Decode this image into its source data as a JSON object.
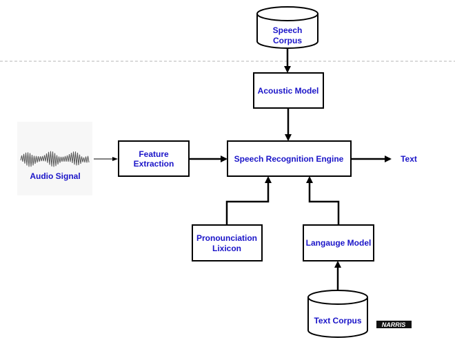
{
  "diagram": {
    "nodes": {
      "speech_corpus": {
        "line1": "Speech",
        "line2": "Corpus"
      },
      "acoustic_model": {
        "label": "Acoustic Model"
      },
      "feature_extraction": {
        "line1": "Feature",
        "line2": "Extraction"
      },
      "speech_recognition_engine": {
        "label": "Speech Recognition Engine"
      },
      "audio_signal": {
        "label": "Audio Signal"
      },
      "text_output": {
        "label": "Text"
      },
      "pronunciation_lexicon": {
        "line1": "Pronounciation",
        "line2": "Lixicon"
      },
      "language_model": {
        "label": "Langauge Model"
      },
      "text_corpus": {
        "label": "Text Corpus"
      }
    },
    "edges": [
      {
        "from": "speech_corpus",
        "to": "acoustic_model"
      },
      {
        "from": "acoustic_model",
        "to": "speech_recognition_engine"
      },
      {
        "from": "audio_signal",
        "to": "feature_extraction"
      },
      {
        "from": "feature_extraction",
        "to": "speech_recognition_engine"
      },
      {
        "from": "speech_recognition_engine",
        "to": "text_output"
      },
      {
        "from": "pronunciation_lexicon",
        "to": "speech_recognition_engine"
      },
      {
        "from": "language_model",
        "to": "speech_recognition_engine"
      },
      {
        "from": "text_corpus",
        "to": "language_model"
      }
    ],
    "label_color": "#1a14c8"
  },
  "watermark": {
    "text": "NARRIS"
  }
}
